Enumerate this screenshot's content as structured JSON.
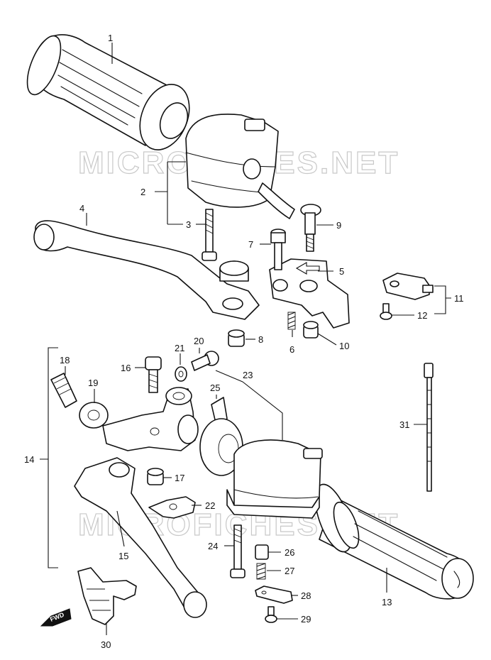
{
  "watermark": {
    "text": "MICROFICHES.NET"
  },
  "fwd_marker": {
    "label": "FWD"
  },
  "callouts": [
    {
      "id": "c1",
      "label": "1"
    },
    {
      "id": "c2",
      "label": "2"
    },
    {
      "id": "c3",
      "label": "3"
    },
    {
      "id": "c4",
      "label": "4"
    },
    {
      "id": "c5",
      "label": "5"
    },
    {
      "id": "c6",
      "label": "6"
    },
    {
      "id": "c7",
      "label": "7"
    },
    {
      "id": "c8",
      "label": "8"
    },
    {
      "id": "c9",
      "label": "9"
    },
    {
      "id": "c10",
      "label": "10"
    },
    {
      "id": "c11",
      "label": "11"
    },
    {
      "id": "c12",
      "label": "12"
    },
    {
      "id": "c13",
      "label": "13"
    },
    {
      "id": "c14",
      "label": "14"
    },
    {
      "id": "c15",
      "label": "15"
    },
    {
      "id": "c16",
      "label": "16"
    },
    {
      "id": "c17",
      "label": "17"
    },
    {
      "id": "c18",
      "label": "18"
    },
    {
      "id": "c19",
      "label": "19"
    },
    {
      "id": "c20",
      "label": "20"
    },
    {
      "id": "c21",
      "label": "21"
    },
    {
      "id": "c22",
      "label": "22"
    },
    {
      "id": "c23",
      "label": "23"
    },
    {
      "id": "c24",
      "label": "24"
    },
    {
      "id": "c25",
      "label": "25"
    },
    {
      "id": "c26",
      "label": "26"
    },
    {
      "id": "c27",
      "label": "27"
    },
    {
      "id": "c28",
      "label": "28"
    },
    {
      "id": "c29",
      "label": "29"
    },
    {
      "id": "c30",
      "label": "30"
    },
    {
      "id": "c31",
      "label": "31"
    }
  ]
}
